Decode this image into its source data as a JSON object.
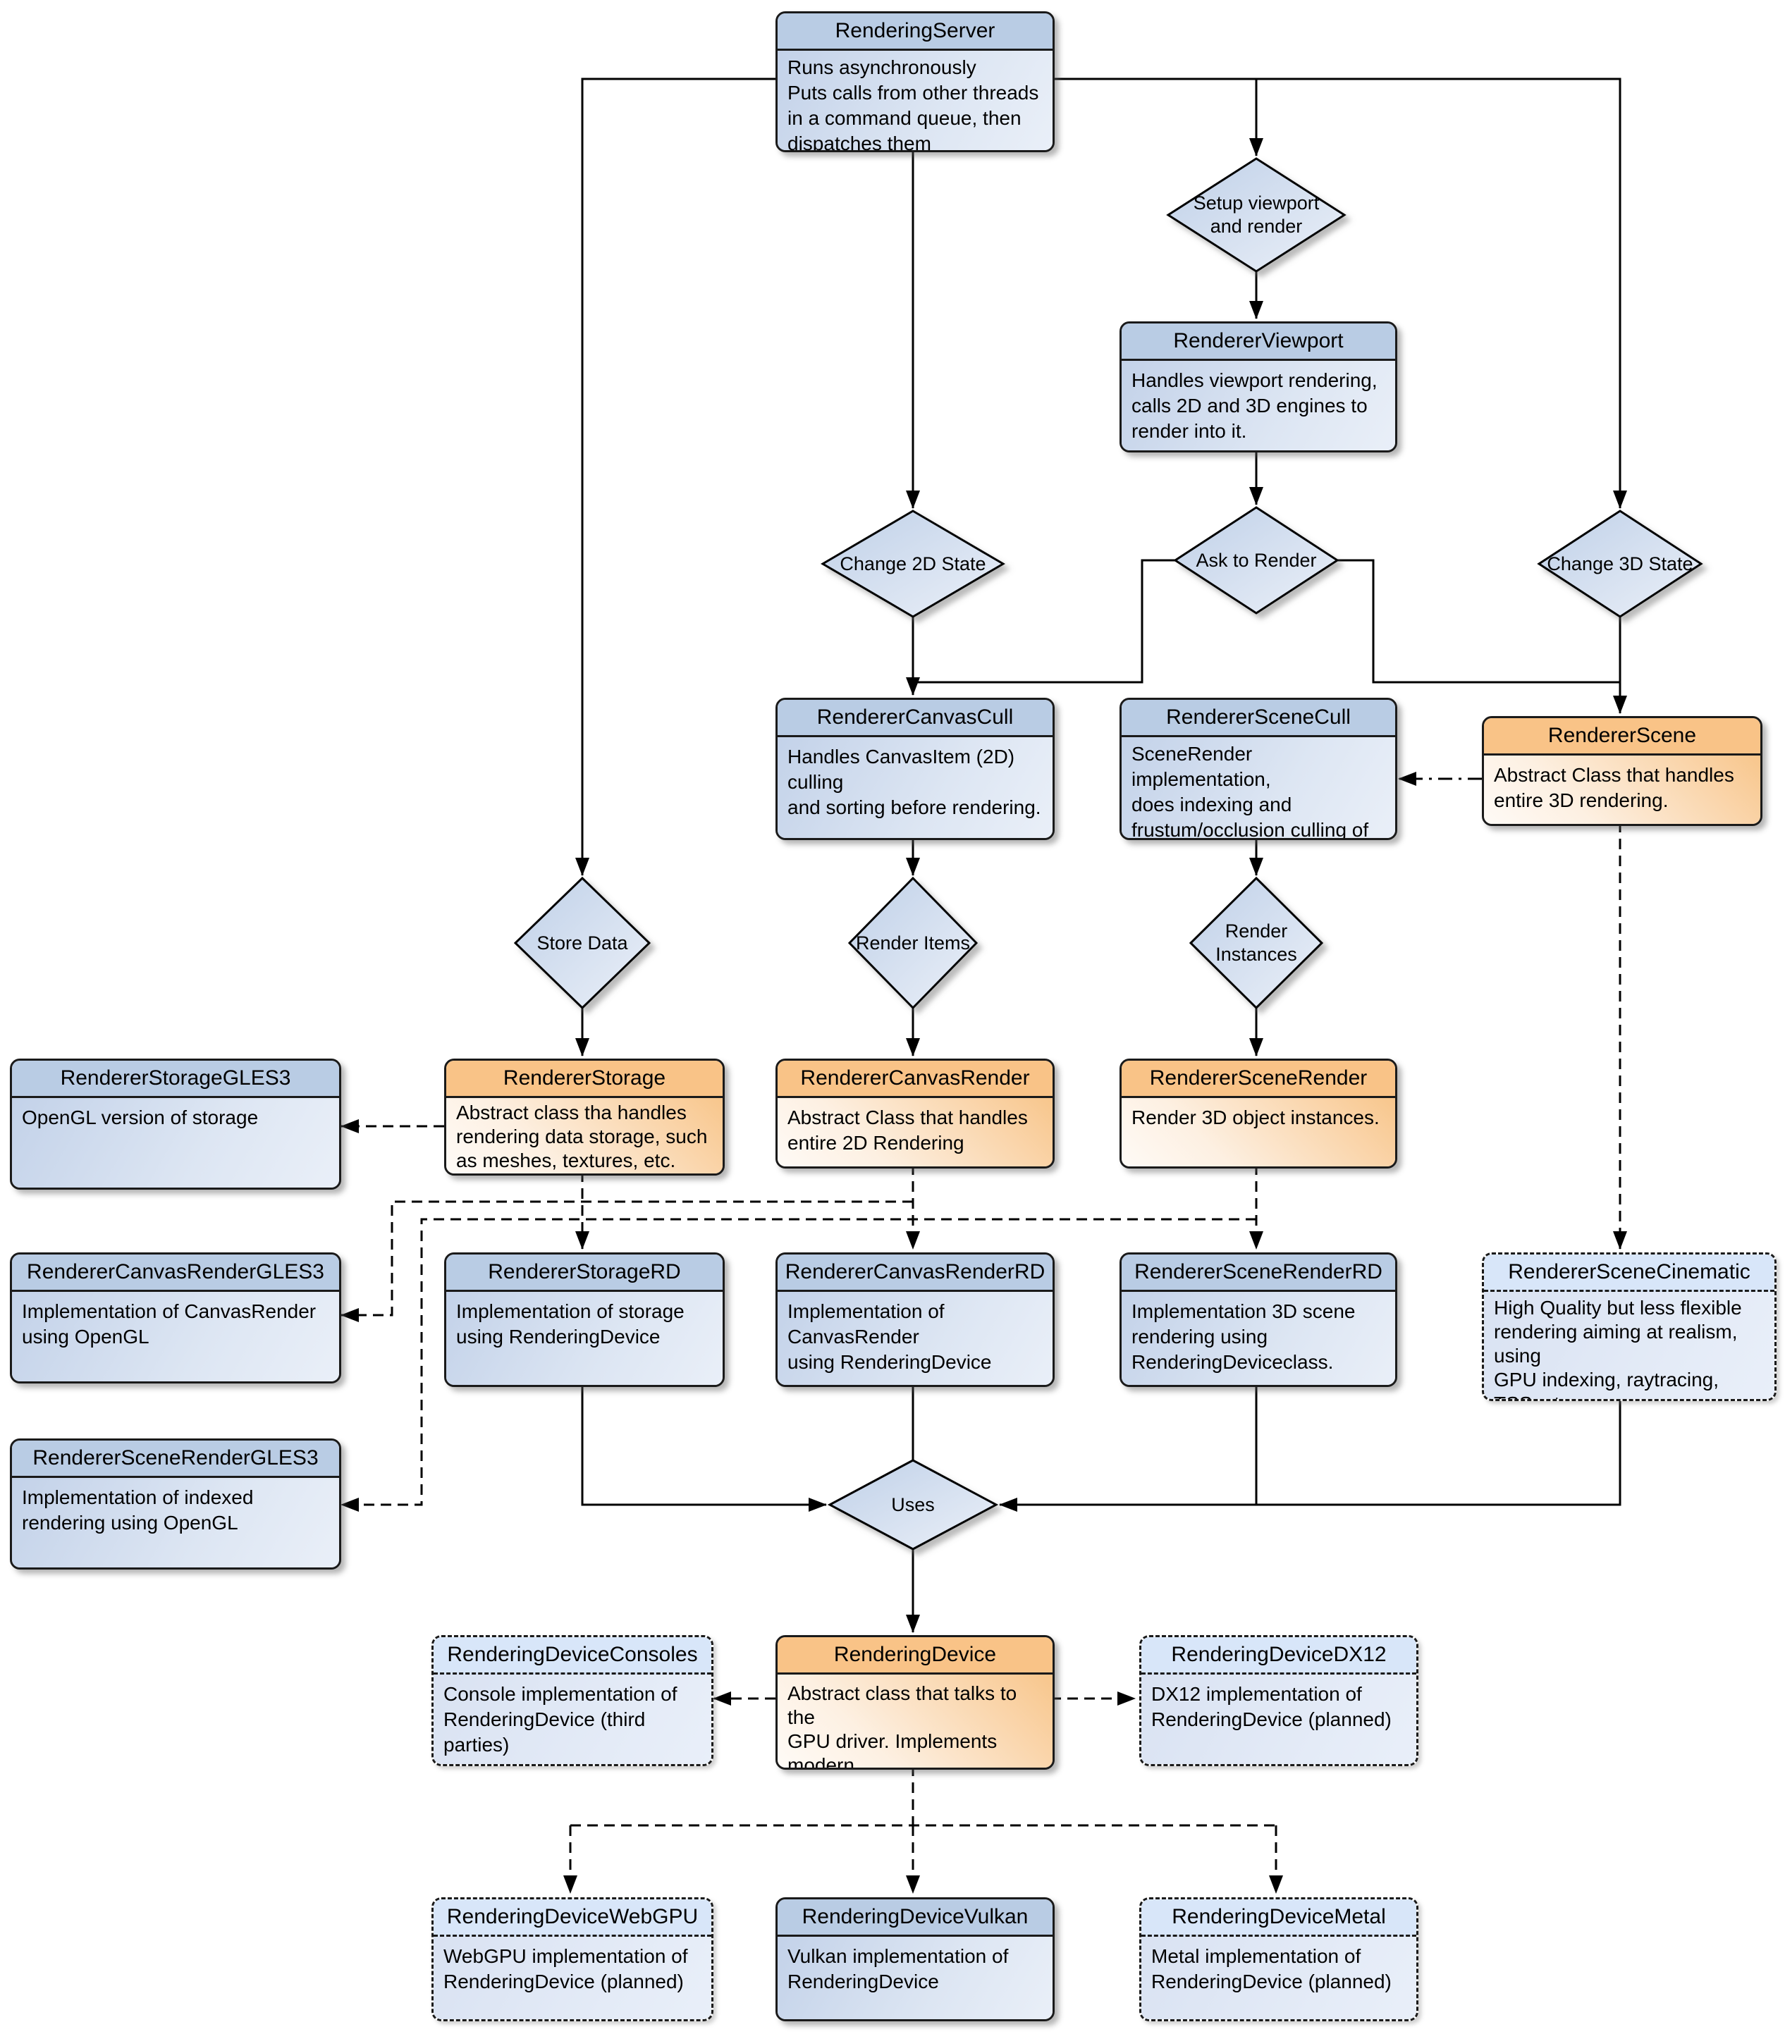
{
  "diagram": {
    "subject": "Godot rendering architecture flowchart",
    "colors": {
      "node_blue_header": "#b9cce4",
      "node_blue_body": "#d9e3f1",
      "node_orange_header": "#f9c387",
      "node_orange_body": "#f8c68c",
      "node_dashed_header": "#d8e6f9",
      "node_dashed_body": "#e2eaf6",
      "line": "#000000",
      "background": "#ffffff"
    }
  },
  "nodes": {
    "rendering_server": {
      "title": "RenderingServer",
      "body": "Runs asynchronously\nPuts calls from other threads\nin a command queue, then\ndispatches them"
    },
    "renderer_viewport": {
      "title": "RendererViewport",
      "body": "Handles viewport rendering,\ncalls 2D and 3D engines to\nrender into it."
    },
    "renderer_canvas_cull": {
      "title": "RendererCanvasCull",
      "body": "Handles CanvasItem (2D) culling\nand sorting before rendering."
    },
    "renderer_scene_cull": {
      "title": "RendererSceneCull",
      "body": "SceneRender implementation,\ndoes indexing and\nfrustum/occlusion culling of objecs\nusing CPU before rendering."
    },
    "renderer_scene": {
      "title": "RendererScene",
      "body": "Abstract Class that handles\nentire 3D rendering."
    },
    "renderer_storage_gles3": {
      "title": "RendererStorageGLES3",
      "body": "OpenGL version of storage"
    },
    "renderer_storage": {
      "title": "RendererStorage",
      "body": "Abstract class tha handles\nrendering data storage, such\nas meshes, textures, etc."
    },
    "renderer_canvas_render": {
      "title": "RendererCanvasRender",
      "body": "Abstract Class that handles\nentire 2D Rendering"
    },
    "renderer_scene_render": {
      "title": "RendererSceneRender",
      "body": "Render 3D object instances."
    },
    "renderer_canvas_render_gles3": {
      "title": "RendererCanvasRenderGLES3",
      "body": "Implementation of CanvasRender\nusing OpenGL"
    },
    "renderer_storage_rd": {
      "title": "RendererStorageRD",
      "body": "Implementation of storage\nusing RenderingDevice"
    },
    "renderer_canvas_render_rd": {
      "title": "RendererCanvasRenderRD",
      "body": "Implementation of CanvasRender\nusing RenderingDevice"
    },
    "renderer_scene_render_rd": {
      "title": "RendererSceneRenderRD",
      "body": "Implementation 3D scene\nrendering using\nRenderingDeviceclass."
    },
    "renderer_scene_cinematic": {
      "title": "RendererSceneCinematic",
      "body": "High Quality but less flexible\nrendering aiming at realism, using\nGPU indexing, raytracing, TSS, etc\n(planned)"
    },
    "renderer_scene_render_gles3": {
      "title": "RendererSceneRenderGLES3",
      "body": "Implementation of indexed\nrendering using OpenGL"
    },
    "rendering_device_consoles": {
      "title": "RenderingDeviceConsoles",
      "body": "Console implementation of\nRenderingDevice (third parties)"
    },
    "rendering_device": {
      "title": "RenderingDevice",
      "body": "Abstract class that talks to the\nGPU driver. Implements modern\nAPIs."
    },
    "rendering_device_dx12": {
      "title": "RenderingDeviceDX12",
      "body": "DX12 implementation of\nRenderingDevice (planned)"
    },
    "rendering_device_webgpu": {
      "title": "RenderingDeviceWebGPU",
      "body": "WebGPU implementation of\nRenderingDevice (planned)"
    },
    "rendering_device_vulkan": {
      "title": "RenderingDeviceVulkan",
      "body": "Vulkan implementation of\nRenderingDevice"
    },
    "rendering_device_metal": {
      "title": "RenderingDeviceMetal",
      "body": "Metal implementation of\nRenderingDevice (planned)"
    }
  },
  "decisions": {
    "setup_viewport": "Setup viewport\nand render",
    "change_2d_state": "Change 2D State",
    "ask_to_render": "Ask to Render",
    "change_3d_state": "Change 3D State",
    "store_data": "Store Data",
    "render_items": "Render Items",
    "render_instances": "Render Instances",
    "uses": "Uses"
  }
}
